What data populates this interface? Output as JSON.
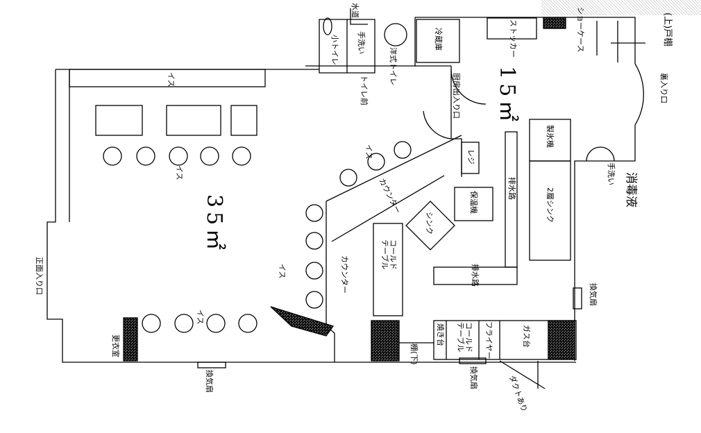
{
  "title_area_main": "35㎡",
  "title_area_kitchen": "15㎡",
  "labels": {
    "suido": "水道",
    "small_toilet": "小トイレ",
    "handwash_toilet": "手洗い",
    "western_toilet": "洋式トイレ",
    "toilet_front": "トイレ前",
    "bench": "イス",
    "refrigerator": "冷蔵庫",
    "stocker": "ストッカー",
    "showcase": "ショーケース",
    "upper_cabinet": "(上)戸棚",
    "back_entrance": "裏入り口",
    "kitchen_door": "厨房出入り口",
    "ice_machine": "製氷機",
    "register": "レジ",
    "drain_v": "排水路",
    "drain_h": "排水路",
    "warmer": "保温機",
    "sink": "シンク",
    "double_sink": "2層シンク",
    "disinfectant": "消毒液",
    "handwash_kitchen": "手洗い",
    "cold_table": "コールドテーブル",
    "counter_diag": "カウンター",
    "counter": "カウンター",
    "chair1": "イス",
    "chair2": "イス",
    "chair3": "イス",
    "chair4": "イス",
    "grill": "焼き台",
    "cold_table2": "コールドテーブル",
    "fryer": "フライヤー",
    "gas_stove": "ガス台",
    "vent1": "換気扇",
    "vent2": "換気扇",
    "vent3": "換気扇",
    "shelf": "棚(下)",
    "duct": "ダクトあり",
    "locker": "更衣室",
    "front_entrance": "正面入り口"
  }
}
